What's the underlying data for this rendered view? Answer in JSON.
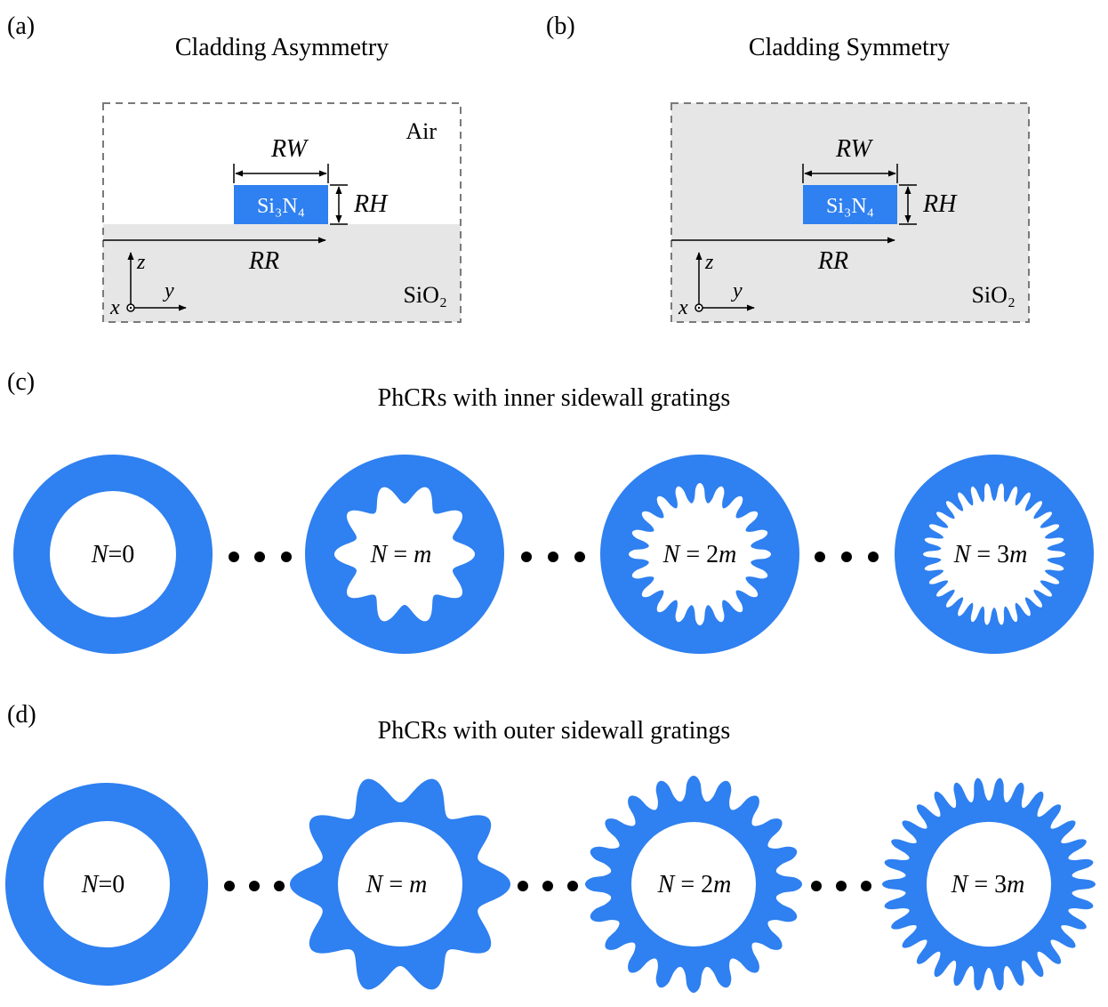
{
  "colors": {
    "waveguide": "#2f80f0",
    "cladding": "#e6e6e6",
    "border": "#7a7a7a",
    "ink": "#000000"
  },
  "panel_a": {
    "label": "(a)",
    "title": "Cladding Asymmetry",
    "top_region": "Air",
    "bottom_region": "SiO₂",
    "core": "Si₃N₄",
    "width_label": "RW",
    "height_label": "RH",
    "radius_label": "RR",
    "axis_z": "z",
    "axis_y": "y",
    "axis_x": "x"
  },
  "panel_b": {
    "label": "(b)",
    "title": "Cladding Symmetry",
    "region": "SiO₂",
    "core": "Si₃N₄",
    "width_label": "RW",
    "height_label": "RH",
    "radius_label": "RR",
    "axis_z": "z",
    "axis_y": "y",
    "axis_x": "x"
  },
  "panel_c": {
    "label": "(c)",
    "title": "PhCRs with inner sidewall gratings",
    "rings": [
      {
        "label_var": "N",
        "label_val": "=0",
        "teeth": 0
      },
      {
        "label_var": "N",
        "label_val": " = ",
        "label_m": "m",
        "label_pre": "",
        "teeth": 10
      },
      {
        "label_var": "N",
        "label_val": " = 2",
        "label_m": "m",
        "teeth": 20
      },
      {
        "label_var": "N",
        "label_val": " = 3",
        "label_m": "m",
        "teeth": 30
      }
    ],
    "ellipsis": "• • •"
  },
  "panel_d": {
    "label": "(d)",
    "title": "PhCRs with outer sidewall gratings",
    "rings": [
      {
        "label_var": "N",
        "label_val": "=0",
        "teeth": 0
      },
      {
        "label_var": "N",
        "label_val": " = ",
        "label_m": "m",
        "teeth": 10
      },
      {
        "label_var": "N",
        "label_val": " = 2",
        "label_m": "m",
        "teeth": 20
      },
      {
        "label_var": "N",
        "label_val": " = 3",
        "label_m": "m",
        "teeth": 30
      }
    ],
    "ellipsis": "• • •"
  }
}
